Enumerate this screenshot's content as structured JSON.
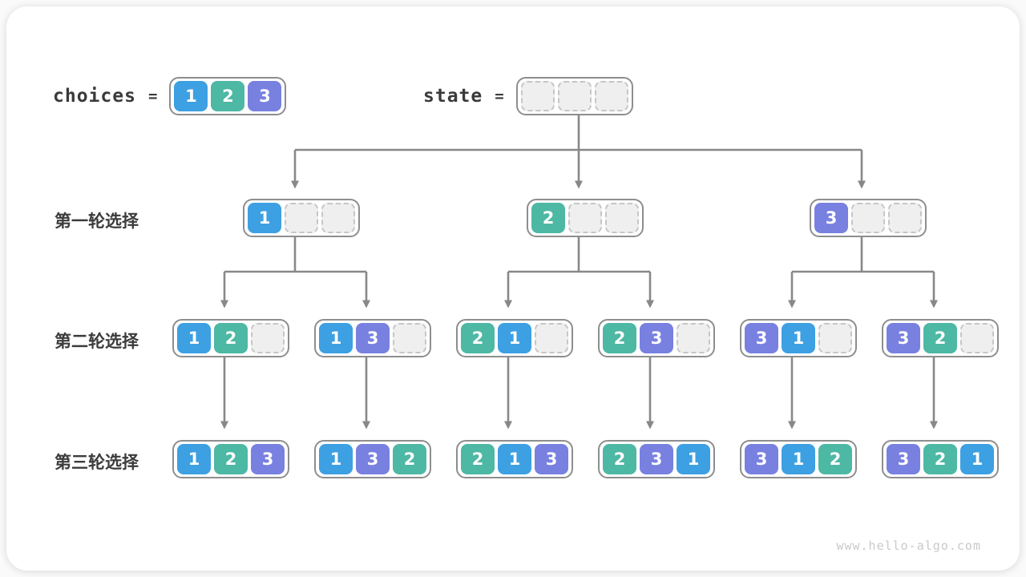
{
  "colors": {
    "1": "#3DA0E2",
    "2": "#4DB8A4",
    "3": "#7880E0",
    "empty_bg": "#EFEFEF",
    "empty_border": "#C6C6C6",
    "node_border": "#8E8E8E",
    "arrow": "#888888",
    "watermark": "#C9C9C9"
  },
  "header": {
    "choices_label": "choices",
    "equals": "=",
    "choices_values": [
      1,
      2,
      3
    ],
    "state_label": "state",
    "state_values": [
      null,
      null,
      null
    ]
  },
  "rows": [
    {
      "label": "第一轮选择"
    },
    {
      "label": "第二轮选择"
    },
    {
      "label": "第三轮选择"
    }
  ],
  "tree": {
    "level1": [
      [
        1,
        null,
        null
      ],
      [
        2,
        null,
        null
      ],
      [
        3,
        null,
        null
      ]
    ],
    "level2": [
      [
        1,
        2,
        null
      ],
      [
        1,
        3,
        null
      ],
      [
        2,
        1,
        null
      ],
      [
        2,
        3,
        null
      ],
      [
        3,
        1,
        null
      ],
      [
        3,
        2,
        null
      ]
    ],
    "level3": [
      [
        1,
        2,
        3
      ],
      [
        1,
        3,
        2
      ],
      [
        2,
        1,
        3
      ],
      [
        2,
        3,
        1
      ],
      [
        3,
        1,
        2
      ],
      [
        3,
        2,
        1
      ]
    ]
  },
  "watermark": "www.hello-algo.com"
}
